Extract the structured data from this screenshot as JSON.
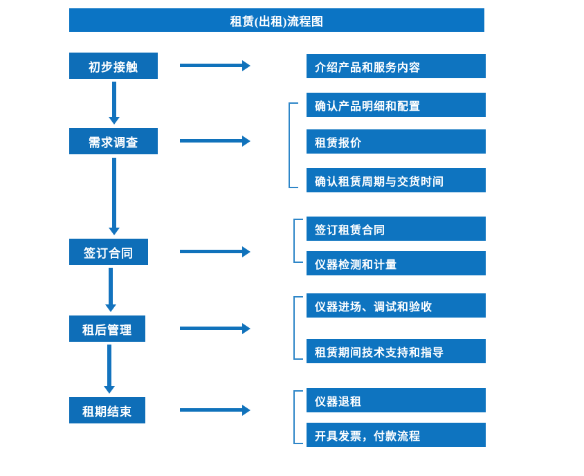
{
  "title": "租赁(出租)流程图",
  "colors": {
    "banner": "#0B74C4",
    "stage_box": "#0E6EB8",
    "detail_box": "#0E74C0",
    "arrow": "#1072BB",
    "bracket": "#2E86C8",
    "text": "#FFFFFF",
    "background": "#FFFFFF"
  },
  "stages": [
    {
      "label": "初步接触"
    },
    {
      "label": "需求调查"
    },
    {
      "label": "签订合同"
    },
    {
      "label": "租后管理"
    },
    {
      "label": "租期结束"
    }
  ],
  "details": [
    {
      "label": "介绍产品和服务内容"
    },
    {
      "label": "确认产品明细和配置"
    },
    {
      "label": "租赁报价"
    },
    {
      "label": "确认租赁周期与交货时间"
    },
    {
      "label": "签订租赁合同"
    },
    {
      "label": "仪器检测和计量"
    },
    {
      "label": "仪器进场、调试和验收"
    },
    {
      "label": "租赁期间技术支持和指导"
    },
    {
      "label": "仪器退租"
    },
    {
      "label": "开具发票，付款流程"
    }
  ],
  "flow": {
    "stage_to_detail_arrows": 5,
    "stage_to_stage_arrows": 4,
    "group_brackets": 4
  }
}
